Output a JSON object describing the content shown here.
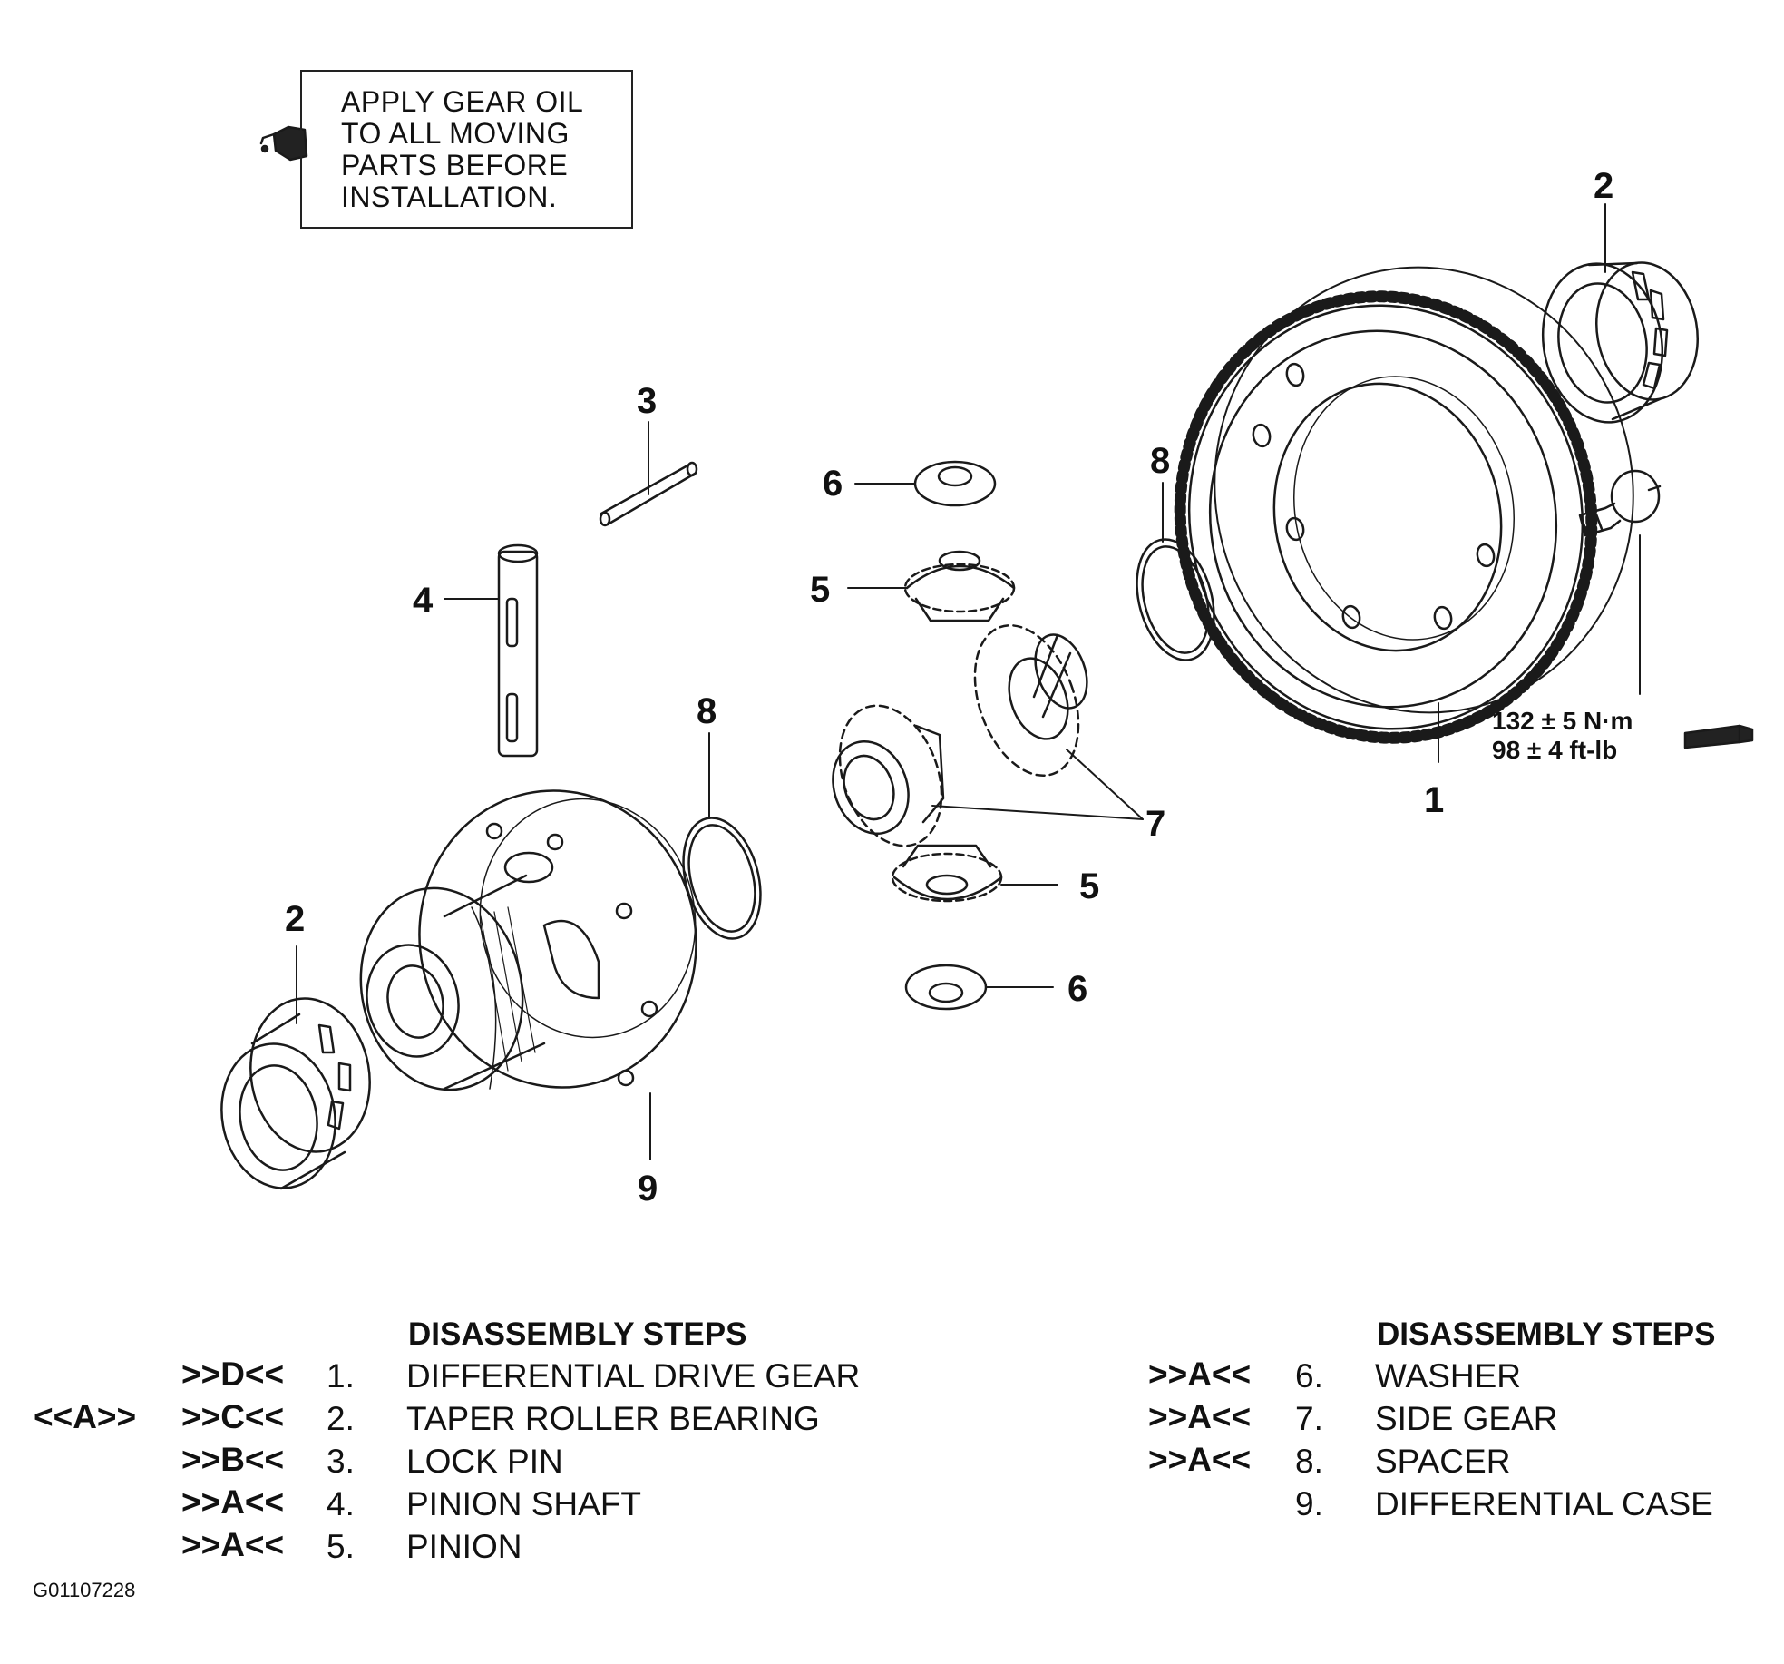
{
  "note": {
    "lines": [
      "APPLY GEAR OIL",
      "TO ALL MOVING",
      "PARTS BEFORE",
      "INSTALLATION."
    ],
    "icon": "oil-can-icon"
  },
  "callouts": {
    "c1": "1",
    "c2_top": "2",
    "c2_left": "2",
    "c3": "3",
    "c4": "4",
    "c5_top": "5",
    "c5_bottom": "5",
    "c6_top": "6",
    "c6_bottom": "6",
    "c7": "7",
    "c8_right": "8",
    "c8_left": "8",
    "c9": "9"
  },
  "torque": {
    "metric": "132 ± 5 N·m",
    "imperial": "98 ± 4 ft-lb",
    "icon": "torque-wrench-icon"
  },
  "steps": {
    "left_heading": "DISASSEMBLY STEPS",
    "right_heading": "DISASSEMBLY STEPS",
    "left": [
      {
        "pre": "",
        "code": ">>D<<",
        "num": "1.",
        "name": "DIFFERENTIAL DRIVE GEAR"
      },
      {
        "pre": "<<A>>",
        "code": ">>C<<",
        "num": "2.",
        "name": "TAPER ROLLER BEARING"
      },
      {
        "pre": "",
        "code": ">>B<<",
        "num": "3.",
        "name": "LOCK PIN"
      },
      {
        "pre": "",
        "code": ">>A<<",
        "num": "4.",
        "name": "PINION SHAFT"
      },
      {
        "pre": "",
        "code": ">>A<<",
        "num": "5.",
        "name": "PINION"
      }
    ],
    "right": [
      {
        "code": ">>A<<",
        "num": "6.",
        "name": "WASHER"
      },
      {
        "code": ">>A<<",
        "num": "7.",
        "name": "SIDE GEAR"
      },
      {
        "code": ">>A<<",
        "num": "8.",
        "name": "SPACER"
      },
      {
        "code": "",
        "num": "9.",
        "name": "DIFFERENTIAL CASE"
      }
    ]
  },
  "figure_id": "G01107228"
}
